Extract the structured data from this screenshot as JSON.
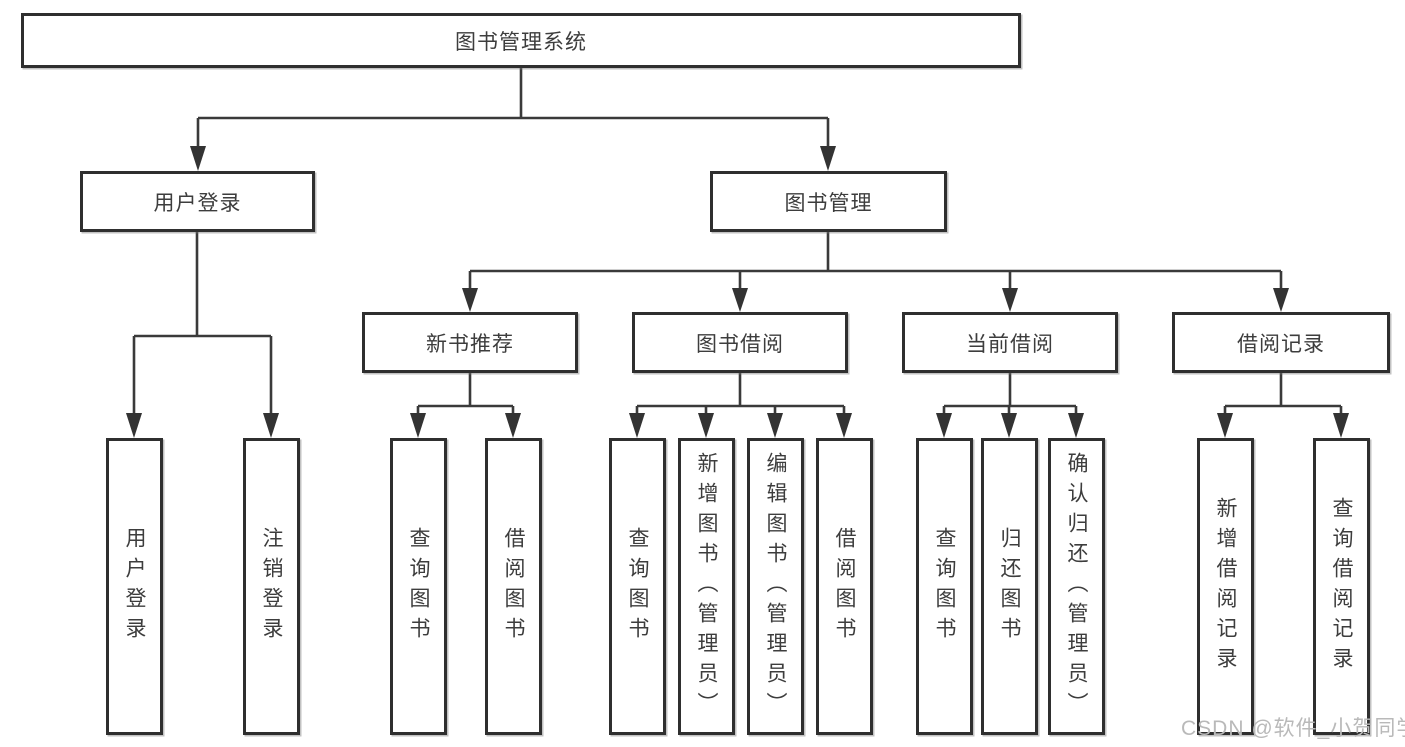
{
  "diagram_type": "hierarchy-tree",
  "colors": {
    "background": "#ffffff",
    "box_border": "#2f2f2f",
    "line": "#3a3a3a",
    "text": "#3d3d3d",
    "watermark_text_color": "#b9b9b9"
  },
  "tree": {
    "label": "图书管理系统",
    "children": [
      {
        "label": "用户登录",
        "children": [
          {
            "label": "用户登录"
          },
          {
            "label": "注销登录"
          }
        ]
      },
      {
        "label": "图书管理",
        "children": [
          {
            "label": "新书推荐",
            "children": [
              {
                "label": "查询图书"
              },
              {
                "label": "借阅图书"
              }
            ]
          },
          {
            "label": "图书借阅",
            "children": [
              {
                "label": "查询图书"
              },
              {
                "label": "新增图书（管理员）"
              },
              {
                "label": "编辑图书（管理员）"
              },
              {
                "label": "借阅图书"
              }
            ]
          },
          {
            "label": "当前借阅",
            "children": [
              {
                "label": "查询图书"
              },
              {
                "label": "归还图书"
              },
              {
                "label": "确认归还（管理员）"
              }
            ]
          },
          {
            "label": "借阅记录",
            "children": [
              {
                "label": "新增借阅记录"
              },
              {
                "label": "查询借阅记录"
              }
            ]
          }
        ]
      }
    ]
  },
  "watermark": {
    "text": "CSDN @软件_小贺同学"
  }
}
